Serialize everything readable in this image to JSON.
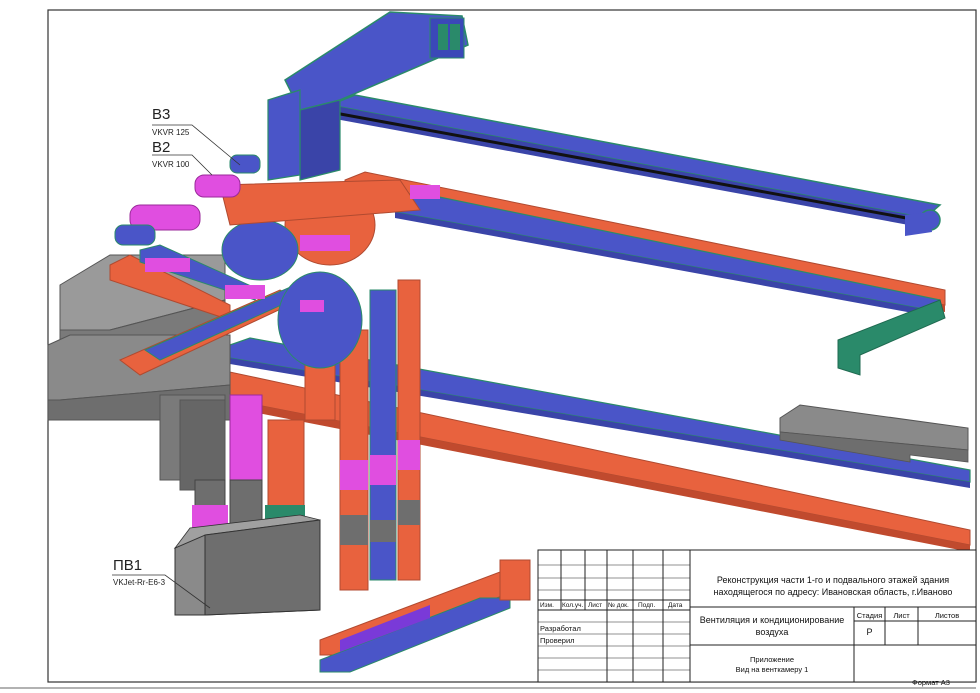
{
  "labels": {
    "b3": {
      "code": "В3",
      "model": "VKVR 125"
    },
    "b2": {
      "code": "В2",
      "model": "VKVR 100"
    },
    "pv1": {
      "code": "ПВ1",
      "model": "VKJet-Rr-E6-3"
    }
  },
  "title_block": {
    "project": {
      "line1": "Реконструкция части 1-го и подвального этажей здания",
      "line2": "находящегося по адресу: Ивановская область, г.Иваново"
    },
    "system": {
      "line1": "Вентиляция и кондиционирование",
      "line2": "воздуха"
    },
    "sheet": {
      "line1": "Приложение",
      "line2": "Вид на венткамеру 1"
    },
    "headers": {
      "izm": "Изм.",
      "kol": "Кол.уч.",
      "list": "Лист",
      "doc": "№ док.",
      "podp": "Подп.",
      "data": "Дата"
    },
    "roles": {
      "developer": "Разработал",
      "checker": "Проверил"
    },
    "stage": {
      "stage_label": "Стадия",
      "sheet_label": "Лист",
      "sheets_label": "Листов",
      "stage_value": "Р"
    },
    "format": "Формат А3"
  },
  "colors": {
    "supply": "#e8623e",
    "exhaust": "#4a55c8",
    "fitting": "#e04ee0",
    "equipment": "#6e6e6e",
    "edge": "#2a8a6a"
  }
}
